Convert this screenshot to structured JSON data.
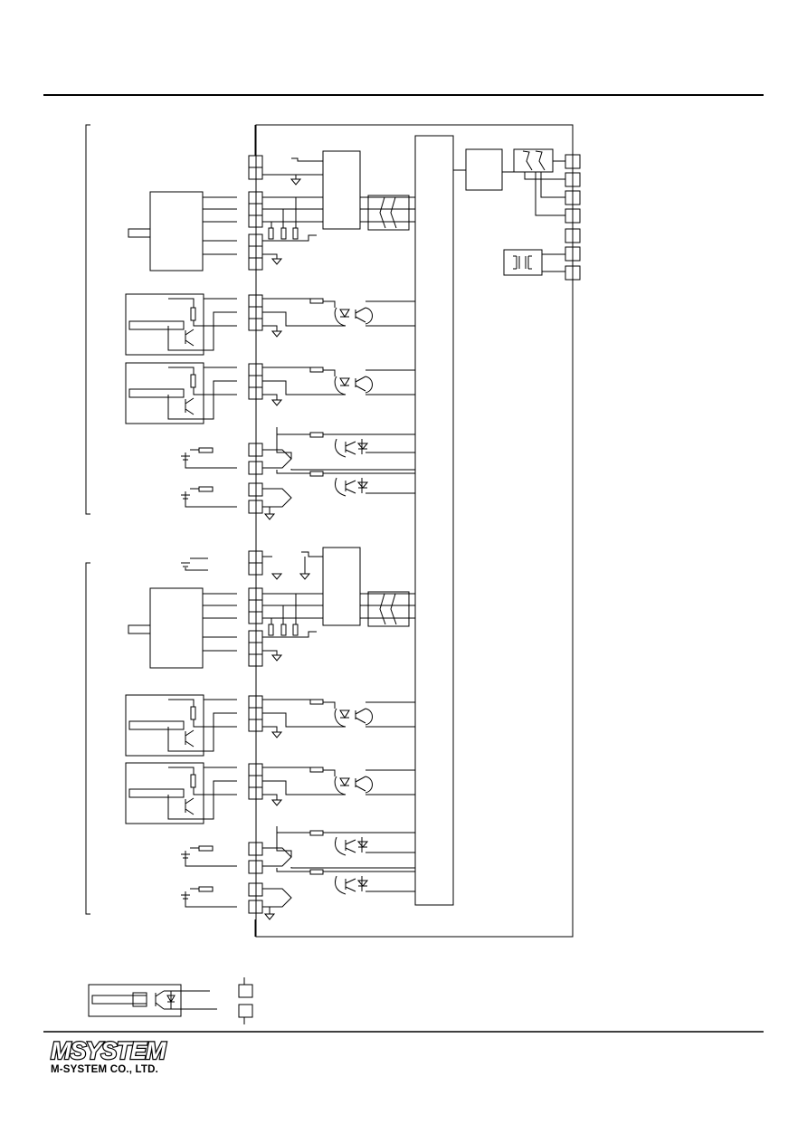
{
  "document": {
    "company": "M-SYSTEM CO., LTD."
  },
  "logo": {
    "wordmark": "MSYSTEM",
    "style": "italic bold outlined wordmark"
  },
  "diagram": {
    "kind": "terminal connection / internal block schematic",
    "channels": 2,
    "encoder_inputs_per_channel": 1,
    "photo_sensor_inputs_per_channel": 2,
    "contact_inputs_per_channel": 2,
    "comm_terminals": 6
  },
  "colors": {
    "ink": "#000000",
    "paper": "#ffffff"
  }
}
